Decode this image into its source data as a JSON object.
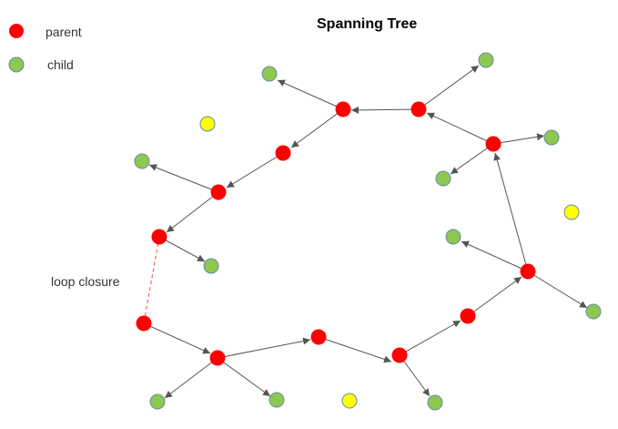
{
  "title": "Spanning Tree",
  "legend": {
    "parent_label": "parent",
    "child_label": "child"
  },
  "annotation": {
    "loop_closure": "loop closure"
  },
  "colors": {
    "parent": "#ff0000",
    "child": "#8dc850",
    "unconnected": "#ffff00",
    "edge": "#555555",
    "loop_closure_edge": "#ff4444",
    "node_outline": "#6b8aa6"
  },
  "node_types": [
    "parent",
    "child",
    "unconnected"
  ],
  "edge_types": [
    "tree edge (arrow)",
    "loop closure (dashed)"
  ]
}
